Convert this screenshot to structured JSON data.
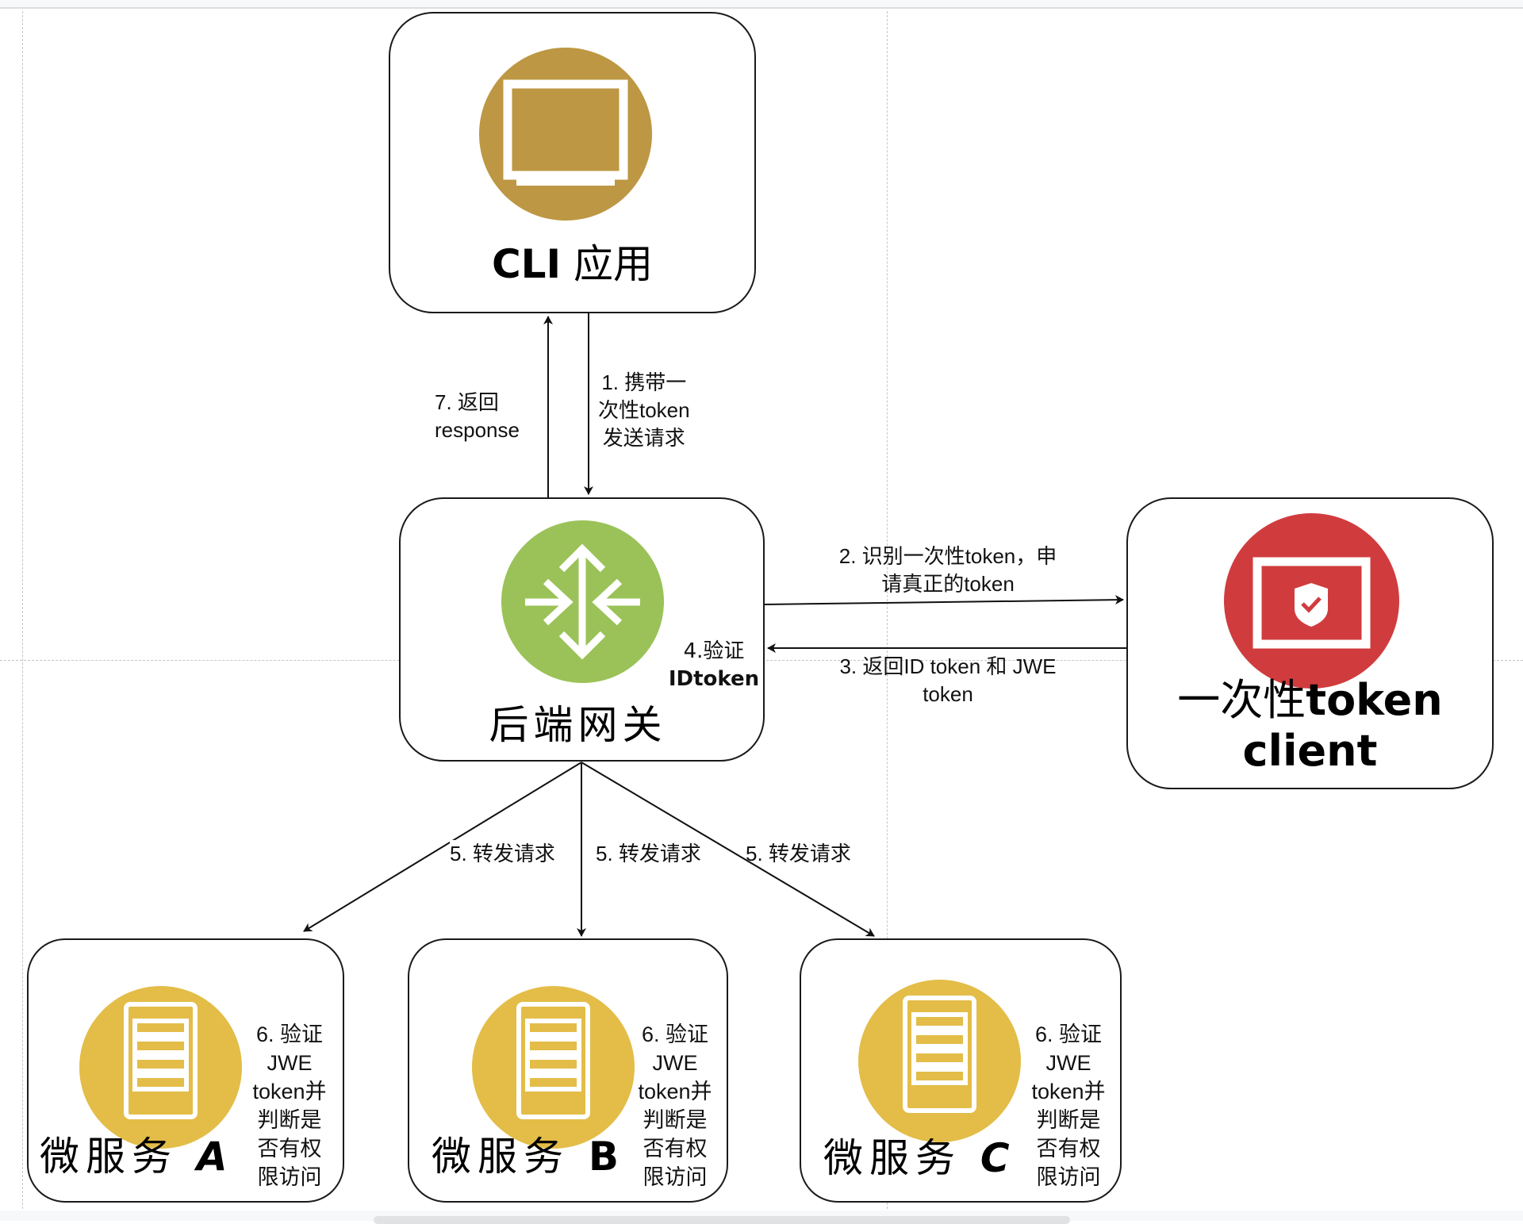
{
  "diagram": {
    "colors": {
      "cli_icon": "#bd9743",
      "gateway_icon": "#9bc258",
      "token_client_icon": "#d03c3e",
      "microservice_icon": "#e3bd48",
      "stroke": "#1a1a1a",
      "guide": "#c6c6c6"
    },
    "nodes": {
      "cli": {
        "label_latin": "CLI",
        "label_cjk": "应用",
        "icon": "monitor-icon"
      },
      "gateway": {
        "label": "后端网关",
        "icon": "router-arrows-icon",
        "note_line1": "4.验证",
        "note_line2": "IDtoken"
      },
      "token_client": {
        "label_line1_cjk": "一次性",
        "label_line1_latin": "token",
        "label_line2": "client",
        "icon": "shield-check-screen-icon"
      },
      "microservices": [
        {
          "label_cjk": "微服务",
          "label_letter": "A",
          "icon": "server-icon",
          "note": [
            "6. 验证",
            "JWE",
            "token并",
            "判断是",
            "否有权",
            "限访问"
          ]
        },
        {
          "label_cjk": "微服务",
          "label_letter": "B",
          "icon": "server-icon",
          "note": [
            "6. 验证",
            "JWE",
            "token并",
            "判断是",
            "否有权",
            "限访问"
          ]
        },
        {
          "label_cjk": "微服务",
          "label_letter": "C",
          "icon": "server-icon",
          "note": [
            "6. 验证",
            "JWE",
            "token并",
            "判断是",
            "否有权",
            "限访问"
          ]
        }
      ]
    },
    "edges": {
      "step1": [
        "1. 携带一",
        "次性token",
        "发送请求"
      ],
      "step7": [
        "7. 返回",
        "response"
      ],
      "step2": [
        "2. 识别一次性token，申",
        "请真正的token"
      ],
      "step3": [
        "3. 返回ID token 和 JWE",
        "token"
      ],
      "step5": [
        "5. 转发请求",
        "5. 转发请求",
        "5. 转发请求"
      ]
    }
  }
}
